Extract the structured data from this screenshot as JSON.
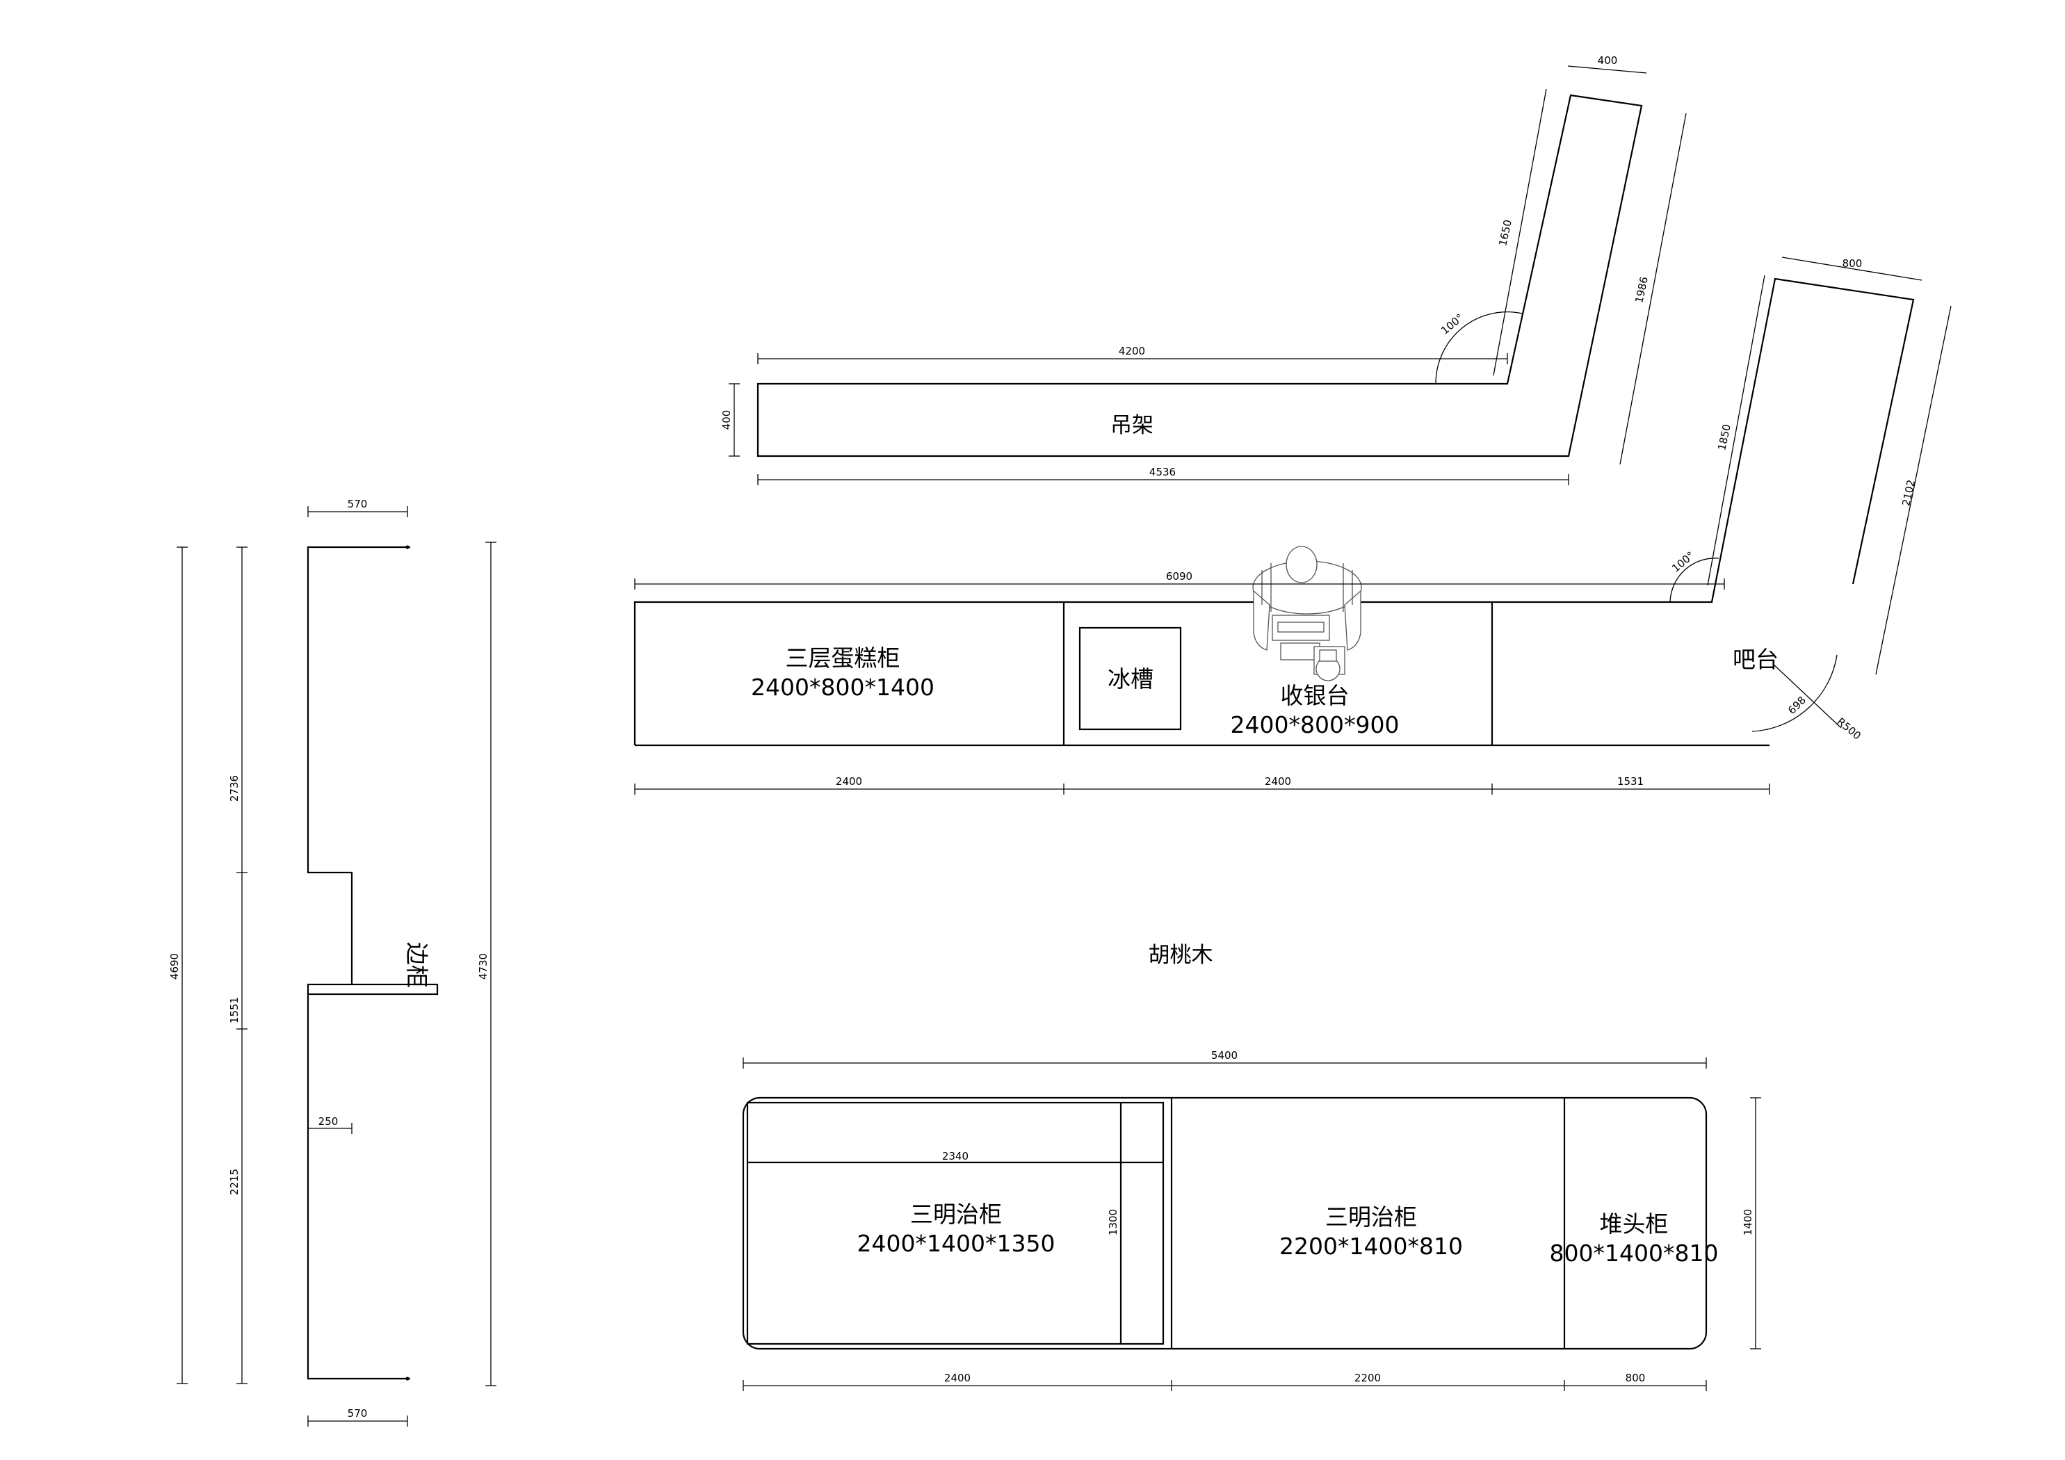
{
  "hanging_rack": {
    "label": "吊架",
    "dims": {
      "top_length": "4200",
      "bottom_length": "4536",
      "depth": "400",
      "arm_inner": "1650",
      "arm_outer": "1986",
      "arm_width": "400",
      "angle": "100°"
    }
  },
  "side_cabinet": {
    "label": "边柜",
    "dims": {
      "top_width": "570",
      "bottom_width": "570",
      "total_left": "4690",
      "upper": "2736",
      "middle": "1551",
      "lower": "2215",
      "step": "250",
      "total_right": "4730"
    }
  },
  "counter": {
    "cake_cabinet": {
      "name": "三层蛋糕柜",
      "size": "2400*800*1400"
    },
    "sink": {
      "name": "冰槽"
    },
    "cashier": {
      "name": "收银台",
      "size": "2400*800*900"
    },
    "bar": {
      "name": "吧台"
    },
    "dims": {
      "top_length": "6090",
      "seg1": "2400",
      "seg2": "2400",
      "seg3": "1531",
      "arm_inner": "1850",
      "arm_outer": "2102",
      "arm_width": "800",
      "angle": "100°",
      "radius": "R500",
      "radius_inner": "698"
    }
  },
  "material_note": "胡桃木",
  "island": {
    "sandwich_cabinet_1": {
      "name": "三明治柜",
      "size": "2400*1400*1350"
    },
    "sandwich_cabinet_2": {
      "name": "三明治柜",
      "size": "2200*1400*810"
    },
    "end_cabinet": {
      "name": "堆头柜",
      "size": "800*1400*810"
    },
    "dims": {
      "total_length": "5400",
      "inner_length": "2340",
      "inner_depth": "1300",
      "depth": "1400",
      "seg1": "2400",
      "seg2": "2200",
      "seg3": "800"
    }
  }
}
